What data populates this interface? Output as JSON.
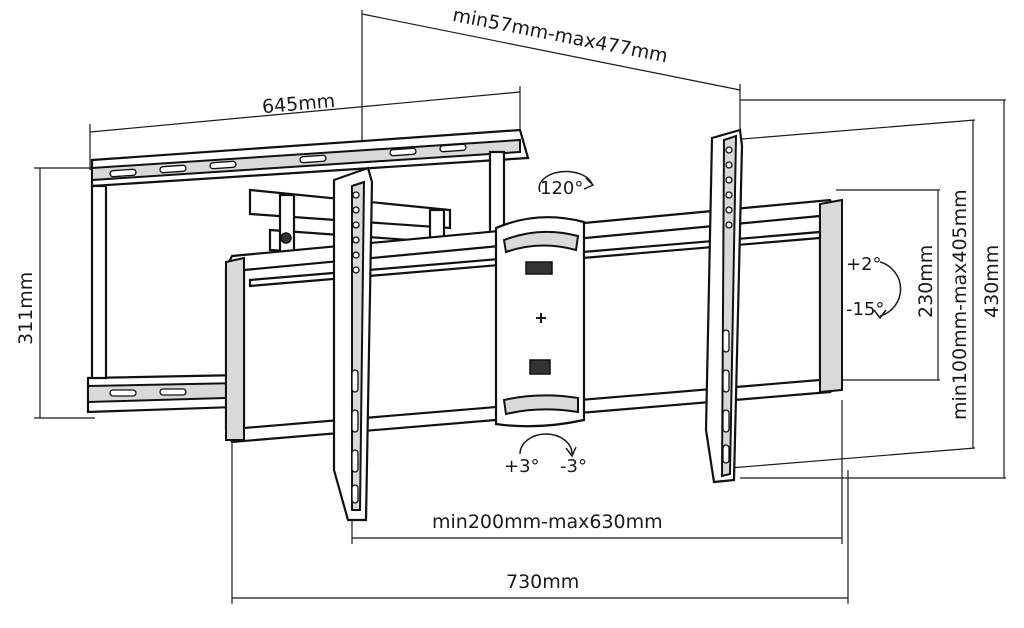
{
  "dimensions": {
    "wall_plate_width": "645mm",
    "wall_plate_height": "311mm",
    "extension": "min57mm-max477mm",
    "vesa_horizontal": "min200mm-max630mm",
    "arm_width": "730mm",
    "vesa_vertical": "min100mm-max405mm",
    "bracket_height_inner": "230mm",
    "bracket_height_outer": "430mm"
  },
  "angles": {
    "swivel": "120°",
    "tilt_up": "+2°",
    "tilt_down": "-15°",
    "level_plus": "+3°",
    "level_minus": "-3°"
  }
}
